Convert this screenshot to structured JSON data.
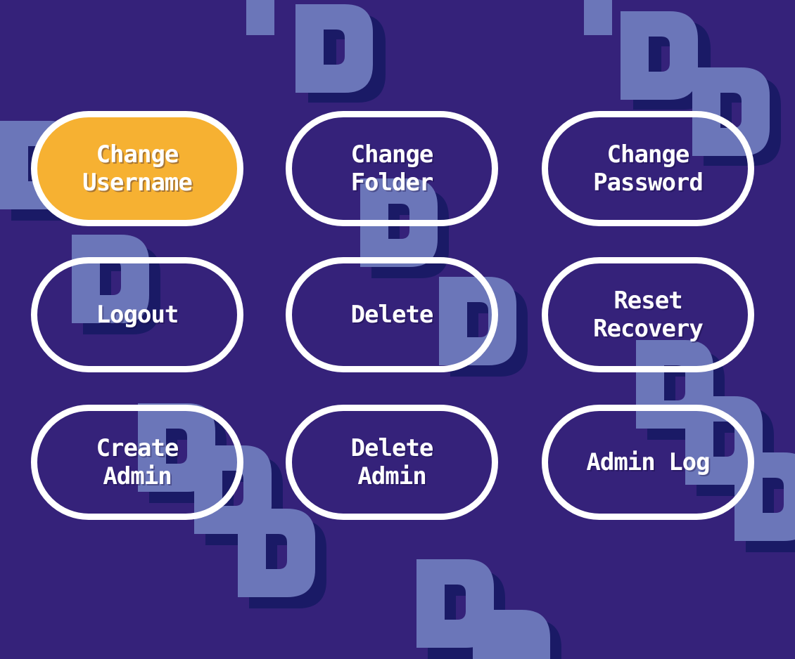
{
  "menu": {
    "buttons": [
      {
        "id": "change-username",
        "label": "Change\nUsername",
        "selected": true
      },
      {
        "id": "change-folder",
        "label": "Change Folder",
        "selected": false
      },
      {
        "id": "change-password",
        "label": "Change\nPassword",
        "selected": false
      },
      {
        "id": "logout",
        "label": "Logout",
        "selected": false
      },
      {
        "id": "delete",
        "label": "Delete",
        "selected": false
      },
      {
        "id": "reset-recovery",
        "label": "Reset\nRecovery",
        "selected": false
      },
      {
        "id": "create-admin",
        "label": "Create\nAdmin",
        "selected": false
      },
      {
        "id": "delete-admin",
        "label": "Delete\nAdmin",
        "selected": false
      },
      {
        "id": "admin-log",
        "label": "Admin Log",
        "selected": false
      }
    ]
  },
  "theme": {
    "background": "#35227a",
    "selected_fill": "#f6b132",
    "border": "#ffffff",
    "text": "#ffffff",
    "pattern_light": "#6b76b9",
    "pattern_dark": "#1a1a66"
  }
}
